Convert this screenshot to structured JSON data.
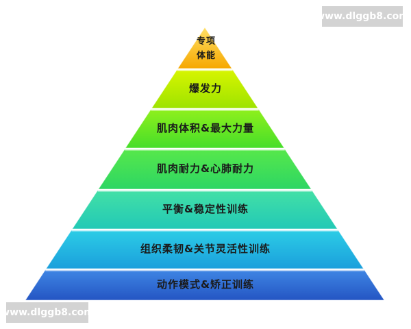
{
  "watermark": {
    "top": "www.dlggb8.com",
    "bottom": "www.dlggb8.com"
  },
  "pyramid": {
    "levels": [
      {
        "label": "专项\n体能",
        "color_top": "#ffe066",
        "color_bottom": "#f6a800"
      },
      {
        "label": "爆发力",
        "color_top": "#d7f500",
        "color_bottom": "#9ee300"
      },
      {
        "label": "肌肉体积&最大力量",
        "color_top": "#8ff01c",
        "color_bottom": "#46de2a"
      },
      {
        "label": "肌肉耐力&心肺耐力",
        "color_top": "#57e84a",
        "color_bottom": "#2dd664"
      },
      {
        "label": "平衡&稳定性训练",
        "color_top": "#43e0a6",
        "color_bottom": "#22c9b6"
      },
      {
        "label": "组织柔韧&关节灵活性训练",
        "color_top": "#2ccde6",
        "color_bottom": "#1b9fdc"
      },
      {
        "label": "动作模式&矫正训练",
        "color_top": "#3f86e4",
        "color_bottom": "#2455c3"
      }
    ]
  }
}
